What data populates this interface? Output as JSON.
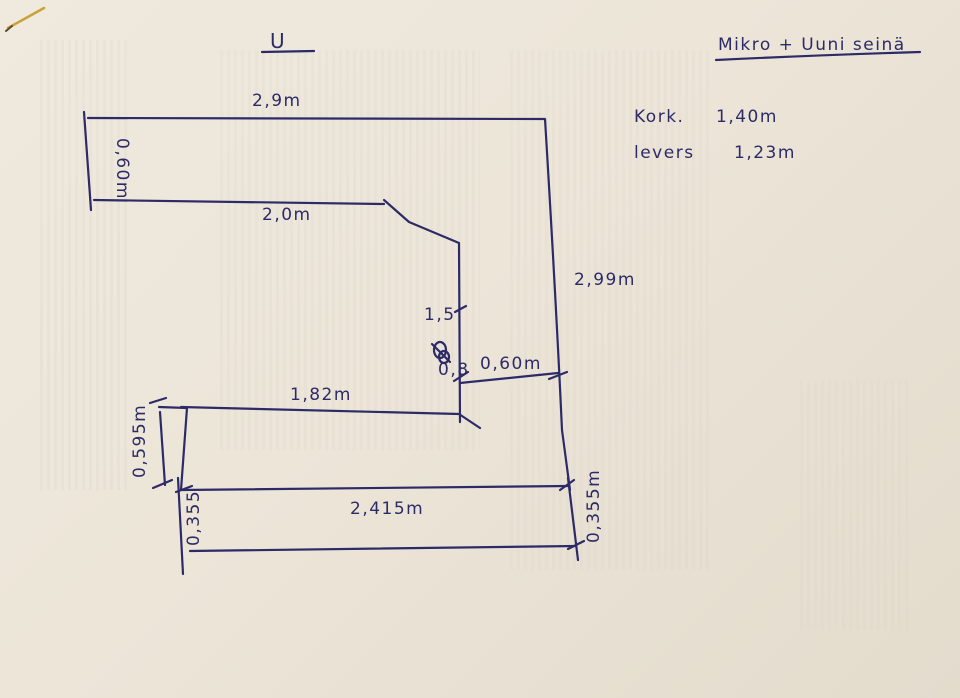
{
  "title": "U",
  "header_note": "Mikro + Uuni seinä",
  "specs": [
    {
      "label": "Kork.",
      "value": "1,40m"
    },
    {
      "label": "levers",
      "value": "1,23m"
    }
  ],
  "dimensions": {
    "top_length": "2,9m",
    "left_depth": "0,60m",
    "inner_top": "2,0m",
    "right_side": "2,99m",
    "inner_vertical": "1,5",
    "inner_vertical_extra": "0,8",
    "inner_depth": "0,60m",
    "inner_bottom": "1,82m",
    "left_small": "0,595m",
    "bottom_length": "2,415m",
    "bottom_left_depth": "0,355",
    "bottom_right_depth": "0,355m"
  },
  "colors": {
    "paper": "#ece5d8",
    "ink": "#2d2a68"
  }
}
